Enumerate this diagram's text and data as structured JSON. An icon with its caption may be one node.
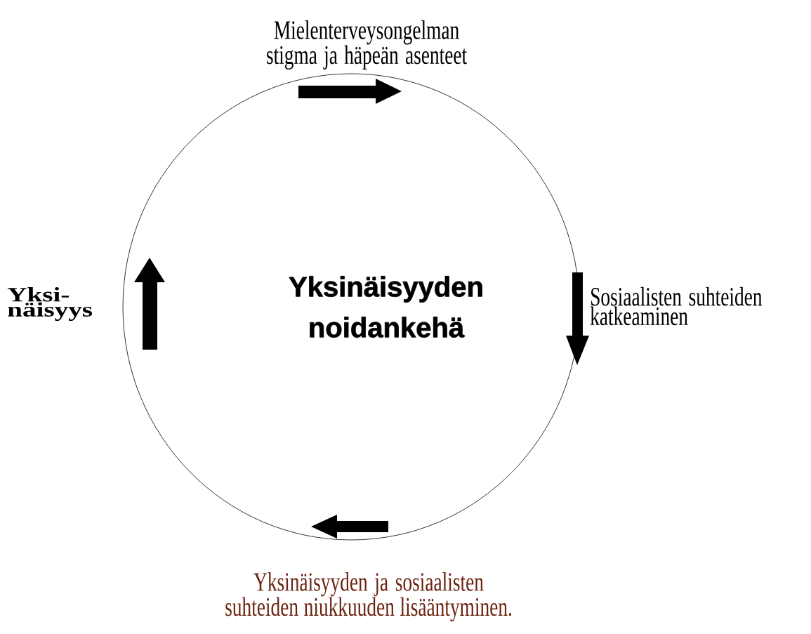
{
  "diagram": {
    "nodes": [
      {
        "text": [
          "Yksinäisyyden noidankehä"
        ]
      }
    ],
    "labels": [
      "Mielenterveysongelman stigma ja häpeän asenteet",
      "Yksi- näisyys",
      "Sosiaalisten suhteiden katkeaminen",
      "Yksinäisyyden ja sosiaalisten suhteiden niukkuuden lisääntyminen."
    ]
  }
}
